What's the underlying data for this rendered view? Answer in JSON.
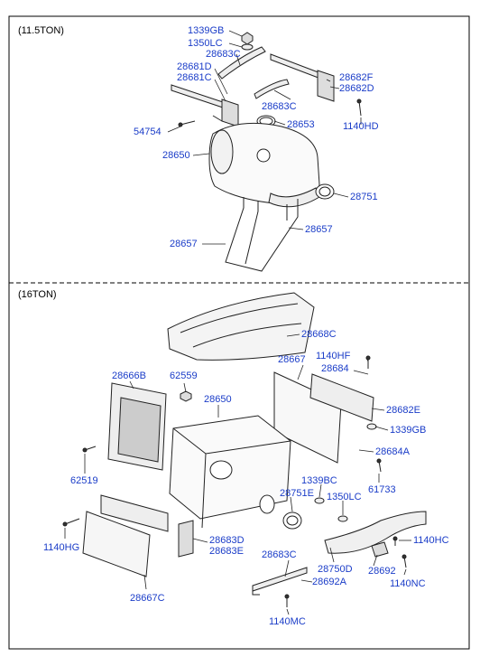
{
  "sections": [
    {
      "title": "(11.5TON)"
    },
    {
      "title": "(16TON)"
    }
  ],
  "labels_top": [
    "1339GB",
    "1350LC",
    "28683C",
    "28681D",
    "28681C",
    "28682F",
    "28682D",
    "28683C",
    "28653",
    "1140HD",
    "54754",
    "28650",
    "28751",
    "28657",
    "28657"
  ],
  "labels_bottom": [
    "28668C",
    "1140HF",
    "28684",
    "28667",
    "28666B",
    "62559",
    "28650",
    "28682E",
    "1339GB",
    "28684A",
    "62519",
    "1339BC",
    "28751E",
    "1350LC",
    "61733",
    "1140HG",
    "28683D",
    "28683E",
    "28683C",
    "1140HC",
    "28692",
    "28750D",
    "28692A",
    "1140NC",
    "28667C",
    "1140MC"
  ]
}
